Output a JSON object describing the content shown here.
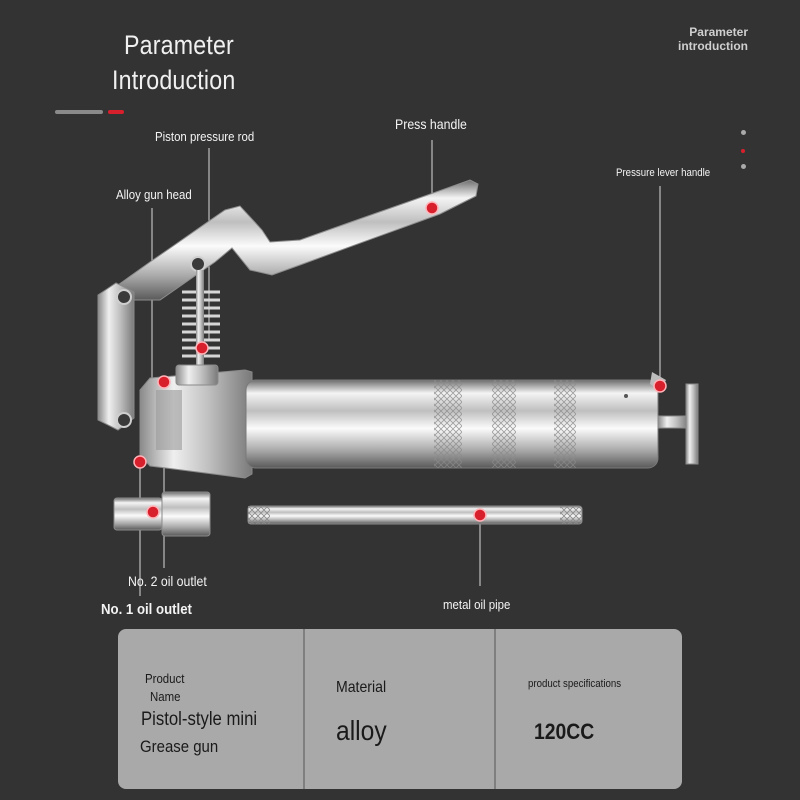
{
  "header": {
    "title_line1": "Parameter",
    "title_line2": "Introduction",
    "corner_line1": "Parameter",
    "corner_line2": "introduction"
  },
  "callouts": {
    "piston_rod": "Piston pressure rod",
    "press_handle": "Press handle",
    "gun_head": "Alloy gun head",
    "lever_handle": "Pressure lever handle",
    "outlet2": "No. 2 oil outlet",
    "outlet1": "No. 1 oil outlet",
    "oil_pipe": "metal oil pipe"
  },
  "specs": {
    "product_label_1": "Product",
    "product_label_2": "Name",
    "product_value_1": "Pistol-style mini",
    "product_value_2": "Grease gun",
    "material_label": "Material",
    "material_value": "alloy",
    "spec_label": "product specifications",
    "spec_value": "120CC"
  },
  "colors": {
    "background": "#333333",
    "marker_red": "#d8202c",
    "card": "#a9a9a9"
  }
}
